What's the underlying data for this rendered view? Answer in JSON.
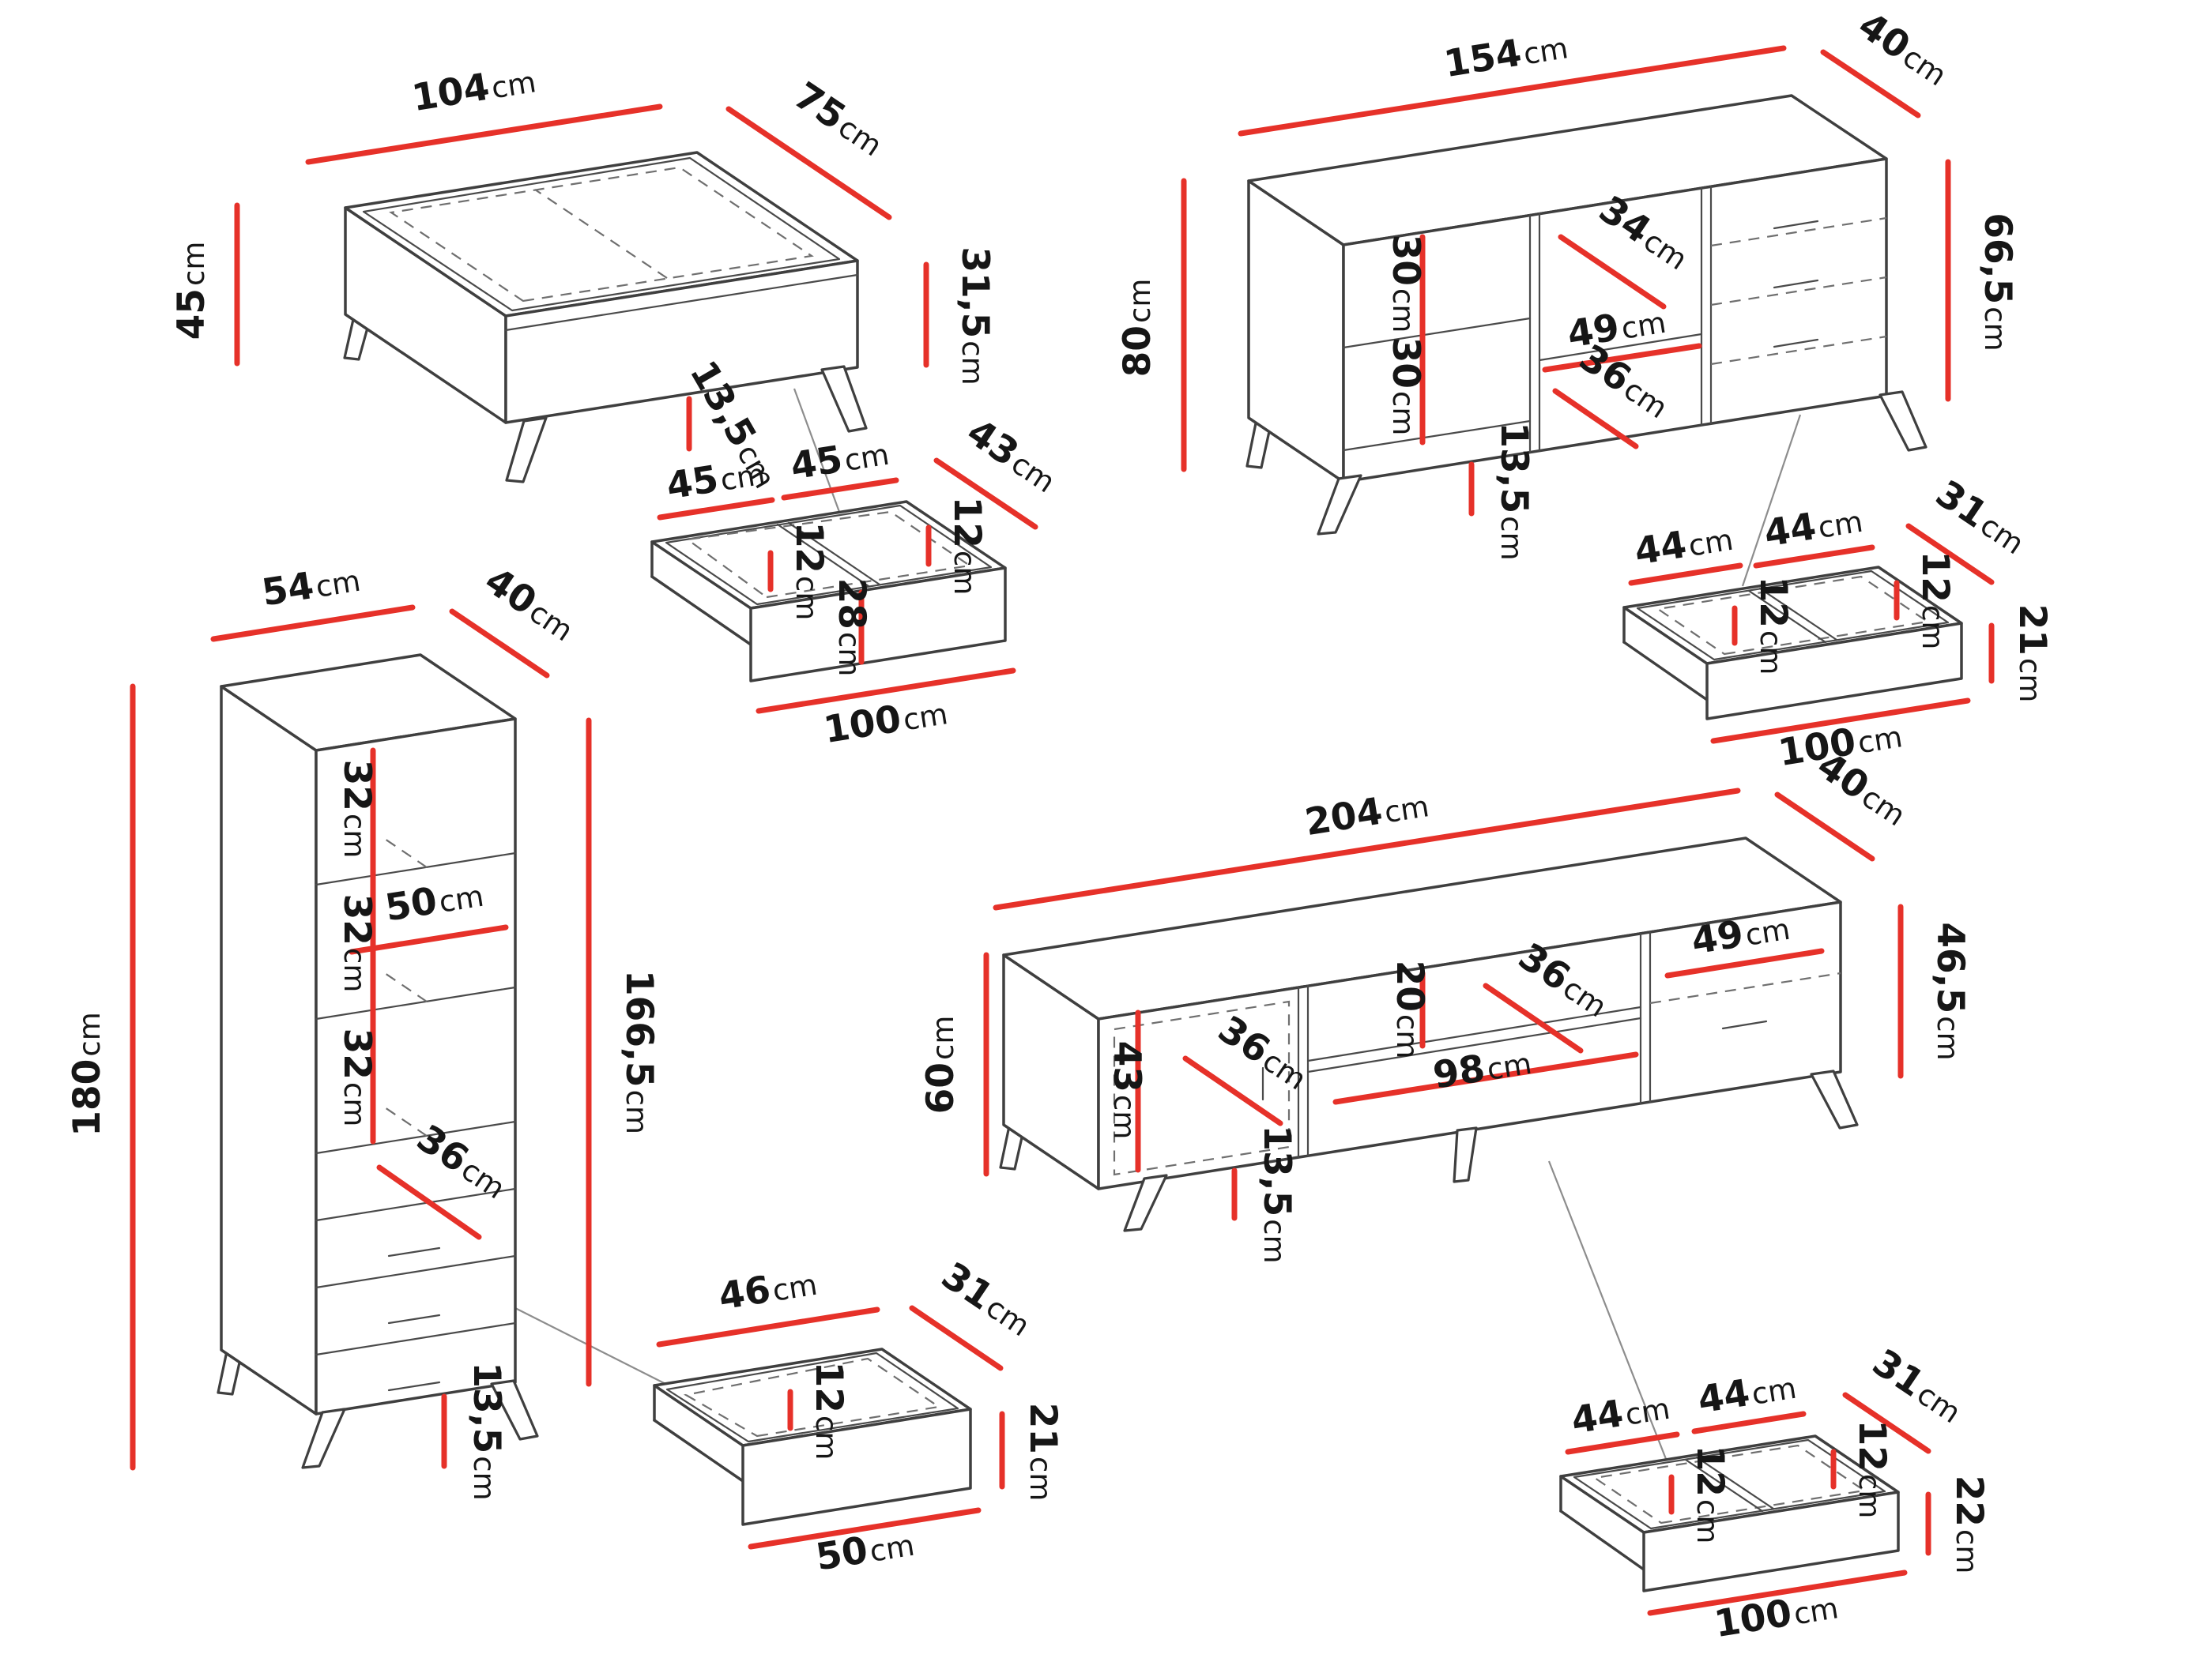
{
  "unit": "cm",
  "colors": {
    "background": "#ffffff",
    "outline": "#3f3f3f",
    "dashed_line": "#6f6f6f",
    "dimension_line": "#e63129",
    "label_text": "#161616"
  },
  "pieces": {
    "coffee_table": {
      "width": {
        "v": "104",
        "u": "cm"
      },
      "depth": {
        "v": "75",
        "u": "cm"
      },
      "total_height": {
        "v": "45",
        "u": "cm"
      },
      "body_height": {
        "v": "31,5",
        "u": "cm"
      },
      "leg_height": {
        "v": "13,5",
        "u": "cm"
      }
    },
    "coffee_table_drawer": {
      "left_width": {
        "v": "45",
        "u": "cm"
      },
      "right_width": {
        "v": "45",
        "u": "cm"
      },
      "depth": {
        "v": "43",
        "u": "cm"
      },
      "left_inner_height": {
        "v": "12",
        "u": "cm"
      },
      "right_inner_height": {
        "v": "12",
        "u": "cm"
      },
      "front_height": {
        "v": "28",
        "u": "cm"
      },
      "front_width": {
        "v": "100",
        "u": "cm"
      }
    },
    "sideboard": {
      "width": {
        "v": "154",
        "u": "cm"
      },
      "depth": {
        "v": "40",
        "u": "cm"
      },
      "total_height": {
        "v": "80",
        "u": "cm"
      },
      "body_height": {
        "v": "66,5",
        "u": "cm"
      },
      "upper_shelf_gap": {
        "v": "30",
        "u": "cm"
      },
      "lower_shelf_gap": {
        "v": "30",
        "u": "cm"
      },
      "inner_diagonal": {
        "v": "34",
        "u": "cm"
      },
      "inner_width": {
        "v": "49",
        "u": "cm"
      },
      "lower_inner_diagonal": {
        "v": "36",
        "u": "cm"
      },
      "leg_height": {
        "v": "13,5",
        "u": "cm"
      }
    },
    "sideboard_drawer": {
      "left_width": {
        "v": "44",
        "u": "cm"
      },
      "right_width": {
        "v": "44",
        "u": "cm"
      },
      "depth": {
        "v": "31",
        "u": "cm"
      },
      "left_inner_height": {
        "v": "12",
        "u": "cm"
      },
      "right_inner_height": {
        "v": "12",
        "u": "cm"
      },
      "front_height": {
        "v": "21",
        "u": "cm"
      },
      "front_width": {
        "v": "100",
        "u": "cm"
      }
    },
    "tall_cabinet": {
      "width": {
        "v": "54",
        "u": "cm"
      },
      "depth": {
        "v": "40",
        "u": "cm"
      },
      "total_height": {
        "v": "180",
        "u": "cm"
      },
      "body_height": {
        "v": "166,5",
        "u": "cm"
      },
      "shelf_gap_1": {
        "v": "32",
        "u": "cm"
      },
      "shelf_gap_2": {
        "v": "32",
        "u": "cm"
      },
      "shelf_gap_3": {
        "v": "32",
        "u": "cm"
      },
      "inner_width": {
        "v": "50",
        "u": "cm"
      },
      "inner_diagonal": {
        "v": "36",
        "u": "cm"
      },
      "leg_height": {
        "v": "13,5",
        "u": "cm"
      }
    },
    "single_drawer": {
      "width": {
        "v": "46",
        "u": "cm"
      },
      "depth": {
        "v": "31",
        "u": "cm"
      },
      "inner_height": {
        "v": "12",
        "u": "cm"
      },
      "front_height": {
        "v": "21",
        "u": "cm"
      },
      "front_width": {
        "v": "50",
        "u": "cm"
      }
    },
    "tv_stand": {
      "width": {
        "v": "204",
        "u": "cm"
      },
      "depth": {
        "v": "40",
        "u": "cm"
      },
      "total_height": {
        "v": "60",
        "u": "cm"
      },
      "body_height": {
        "v": "46,5",
        "u": "cm"
      },
      "inner_height": {
        "v": "43",
        "u": "cm"
      },
      "shelf_gap": {
        "v": "20",
        "u": "cm"
      },
      "left_inner_diagonal": {
        "v": "36",
        "u": "cm"
      },
      "middle_inner_diagonal": {
        "v": "36",
        "u": "cm"
      },
      "right_inner_width": {
        "v": "49",
        "u": "cm"
      },
      "middle_inner_width": {
        "v": "98",
        "u": "cm"
      },
      "leg_height": {
        "v": "13,5",
        "u": "cm"
      }
    },
    "tv_stand_drawer": {
      "left_width": {
        "v": "44",
        "u": "cm"
      },
      "right_width": {
        "v": "44",
        "u": "cm"
      },
      "depth": {
        "v": "31",
        "u": "cm"
      },
      "left_inner_height": {
        "v": "12",
        "u": "cm"
      },
      "right_inner_height": {
        "v": "12",
        "u": "cm"
      },
      "front_height": {
        "v": "22",
        "u": "cm"
      },
      "front_width": {
        "v": "100",
        "u": "cm"
      }
    }
  }
}
